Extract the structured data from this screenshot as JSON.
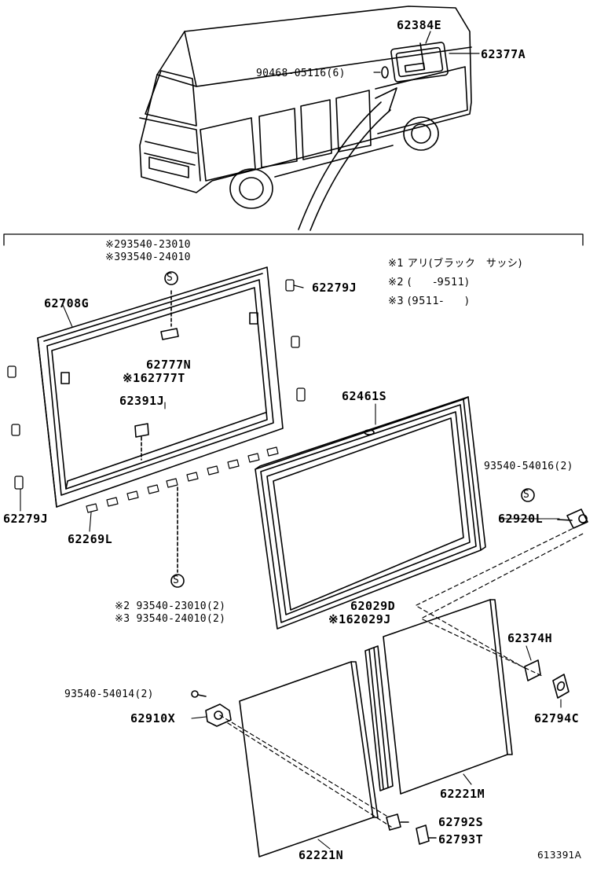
{
  "labels": {
    "p62384E": "62384E",
    "p62377A": "62377A",
    "p90468": "90468-05116(6)",
    "p2_93540_23010": "※293540-23010",
    "p3_93540_24010": "※393540-24010",
    "p62279J_top": "62279J",
    "p62708G": "62708G",
    "p62777N": "62777N",
    "p62777T": "※162777T",
    "p62391J": "62391J",
    "p62461S": "62461S",
    "p62279J_left": "62279J",
    "p62269L": "62269L",
    "p93540_54016": "93540-54016(2)",
    "p62920L": "62920L",
    "p2_93540_23010_2": "※2 93540-23010(2)",
    "p3_93540_24010_2": "※3 93540-24010(2)",
    "p62029D": "62029D",
    "p62029J": "※162029J",
    "p62374H": "62374H",
    "p62794C": "62794C",
    "p93540_54014": "93540-54014(2)",
    "p62910X": "62910X",
    "p62221M": "62221M",
    "p62792S": "62792S",
    "p62793T": "62793T",
    "p62221N": "62221N",
    "drawing_no": "613391A"
  },
  "notes": {
    "n1": "※1 アリ(ブラック　サッシ)",
    "n2": "※2 (　　-9511)",
    "n3": "※3 (9511-　　)"
  },
  "screw_symbol": "S"
}
